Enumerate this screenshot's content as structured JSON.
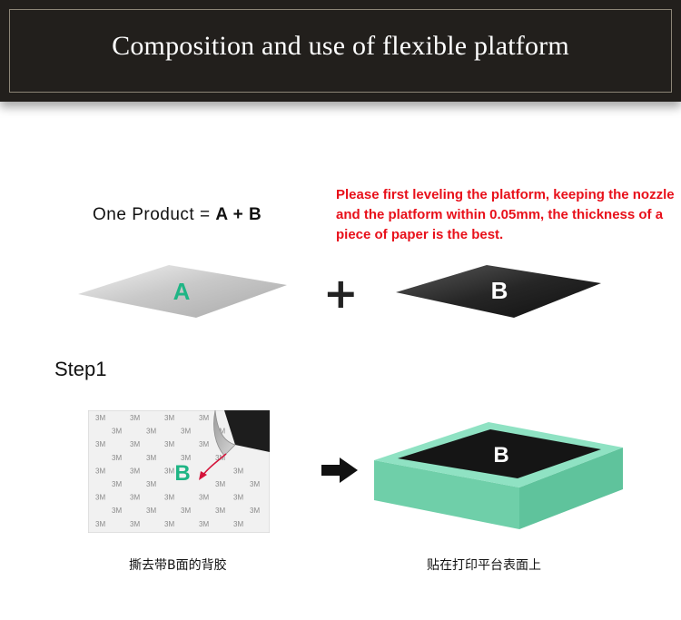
{
  "banner": {
    "title": "Composition and use of flexible platform"
  },
  "formula": {
    "prefix": "One  Product = ",
    "emphasis": "A + B"
  },
  "notice": {
    "text": "Please first leveling the platform, keeping the nozzle and the platform within 0.05mm, the thickness of a piece of paper is the best."
  },
  "sheets": {
    "a_label": "A",
    "b_label": "B",
    "plus": "+"
  },
  "step1": {
    "label": "Step1",
    "tape_pattern_text": "3M",
    "tape_letter": "B",
    "platform_letter": "B",
    "caption_left": "撕去带B面的背胶",
    "caption_right": "贴在打印平台表面上"
  },
  "colors": {
    "banner_bg": "#221f1c",
    "notice_red": "#e8101a",
    "label_green": "#1fb585",
    "platform_teal": "#7fd9b8"
  },
  "icons": {
    "plus": "plus-icon",
    "arrow": "arrow-right-icon",
    "peel": "peel-arrow-icon"
  }
}
